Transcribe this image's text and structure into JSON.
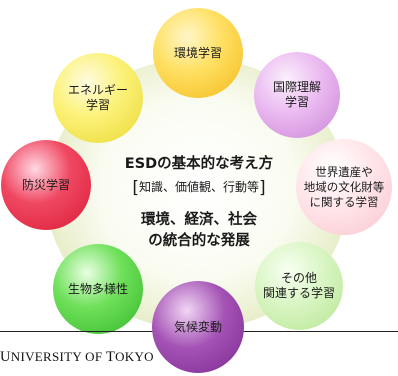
{
  "circles": {
    "kankyo": "環境学習",
    "energy": "エネルギー\n学習",
    "kokusai": "国際理解\n学習",
    "bousai": "防災学習",
    "sekai": "世界遺産や\n地域の文化財等\nに関する学習",
    "seibutsu": "生物多様性",
    "sonota": "その他\n関連する学習",
    "kikou": "気候変動"
  },
  "center": {
    "title": "ESDの基本的な考え方",
    "sub": "知識、価値観、行動等",
    "bracket_open": "[",
    "bracket_close": "]",
    "main": "環境、経済、社会\nの統合的な発展"
  },
  "footer": {
    "logo_prefix": "",
    "logo_U": "U",
    "logo_niversity": "NIVERSITY OF ",
    "logo_T": "T",
    "logo_okyo": "OKYO"
  }
}
